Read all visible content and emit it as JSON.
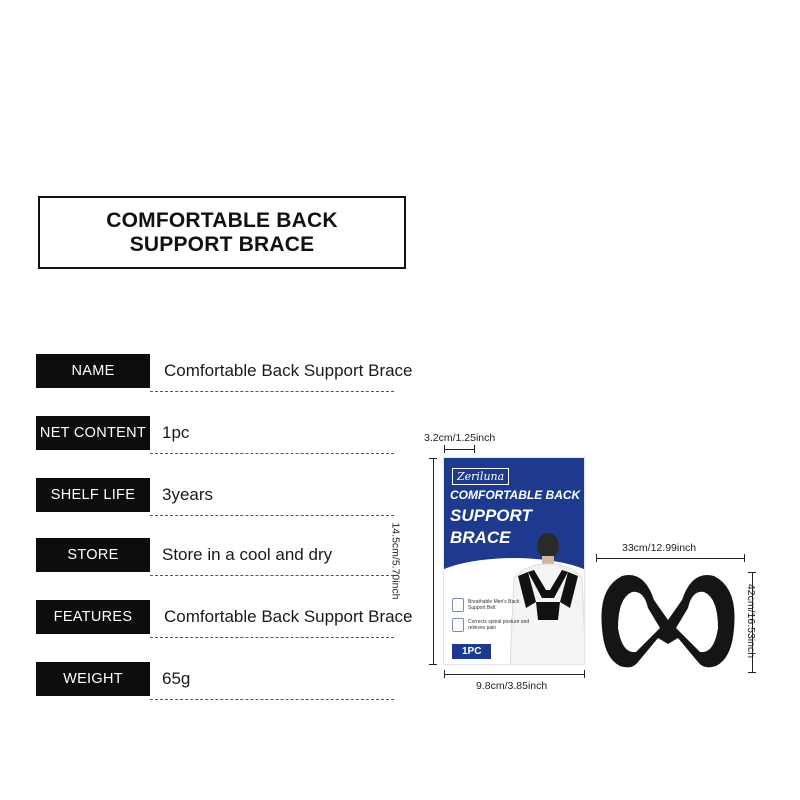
{
  "title": {
    "line1": "COMFORTABLE BACK",
    "line2": "SUPPORT BRACE"
  },
  "specs": [
    {
      "label": "NAME",
      "value": "Comfortable Back Support Brace"
    },
    {
      "label": "NET  CONTENT",
      "value": "1pc"
    },
    {
      "label": "SHELF LIFE",
      "value": "3years"
    },
    {
      "label": "STORE",
      "value": "Store in a cool and dry"
    },
    {
      "label": "FEATURES",
      "value": "Comfortable Back Support Brace"
    },
    {
      "label": "WEIGHT",
      "value": "65g"
    }
  ],
  "package": {
    "brand": "Zeriluna",
    "line1": "COMFORTABLE BACK",
    "line2": "SUPPORT",
    "line3": "BRACE",
    "feature1": "Breathable Men's Back Support Belt",
    "feature2": "Corrects spinal posture and relieves pain",
    "badge": "1PC",
    "accent": "#1e3a8f"
  },
  "dimensions": {
    "package_depth": "3.2cm/1.25inch",
    "package_height": "14.5cm/5.70inch",
    "package_width": "9.8cm/3.85inch",
    "brace_width": "33cm/12.99inch",
    "brace_height": "42cm/16.53inch"
  }
}
